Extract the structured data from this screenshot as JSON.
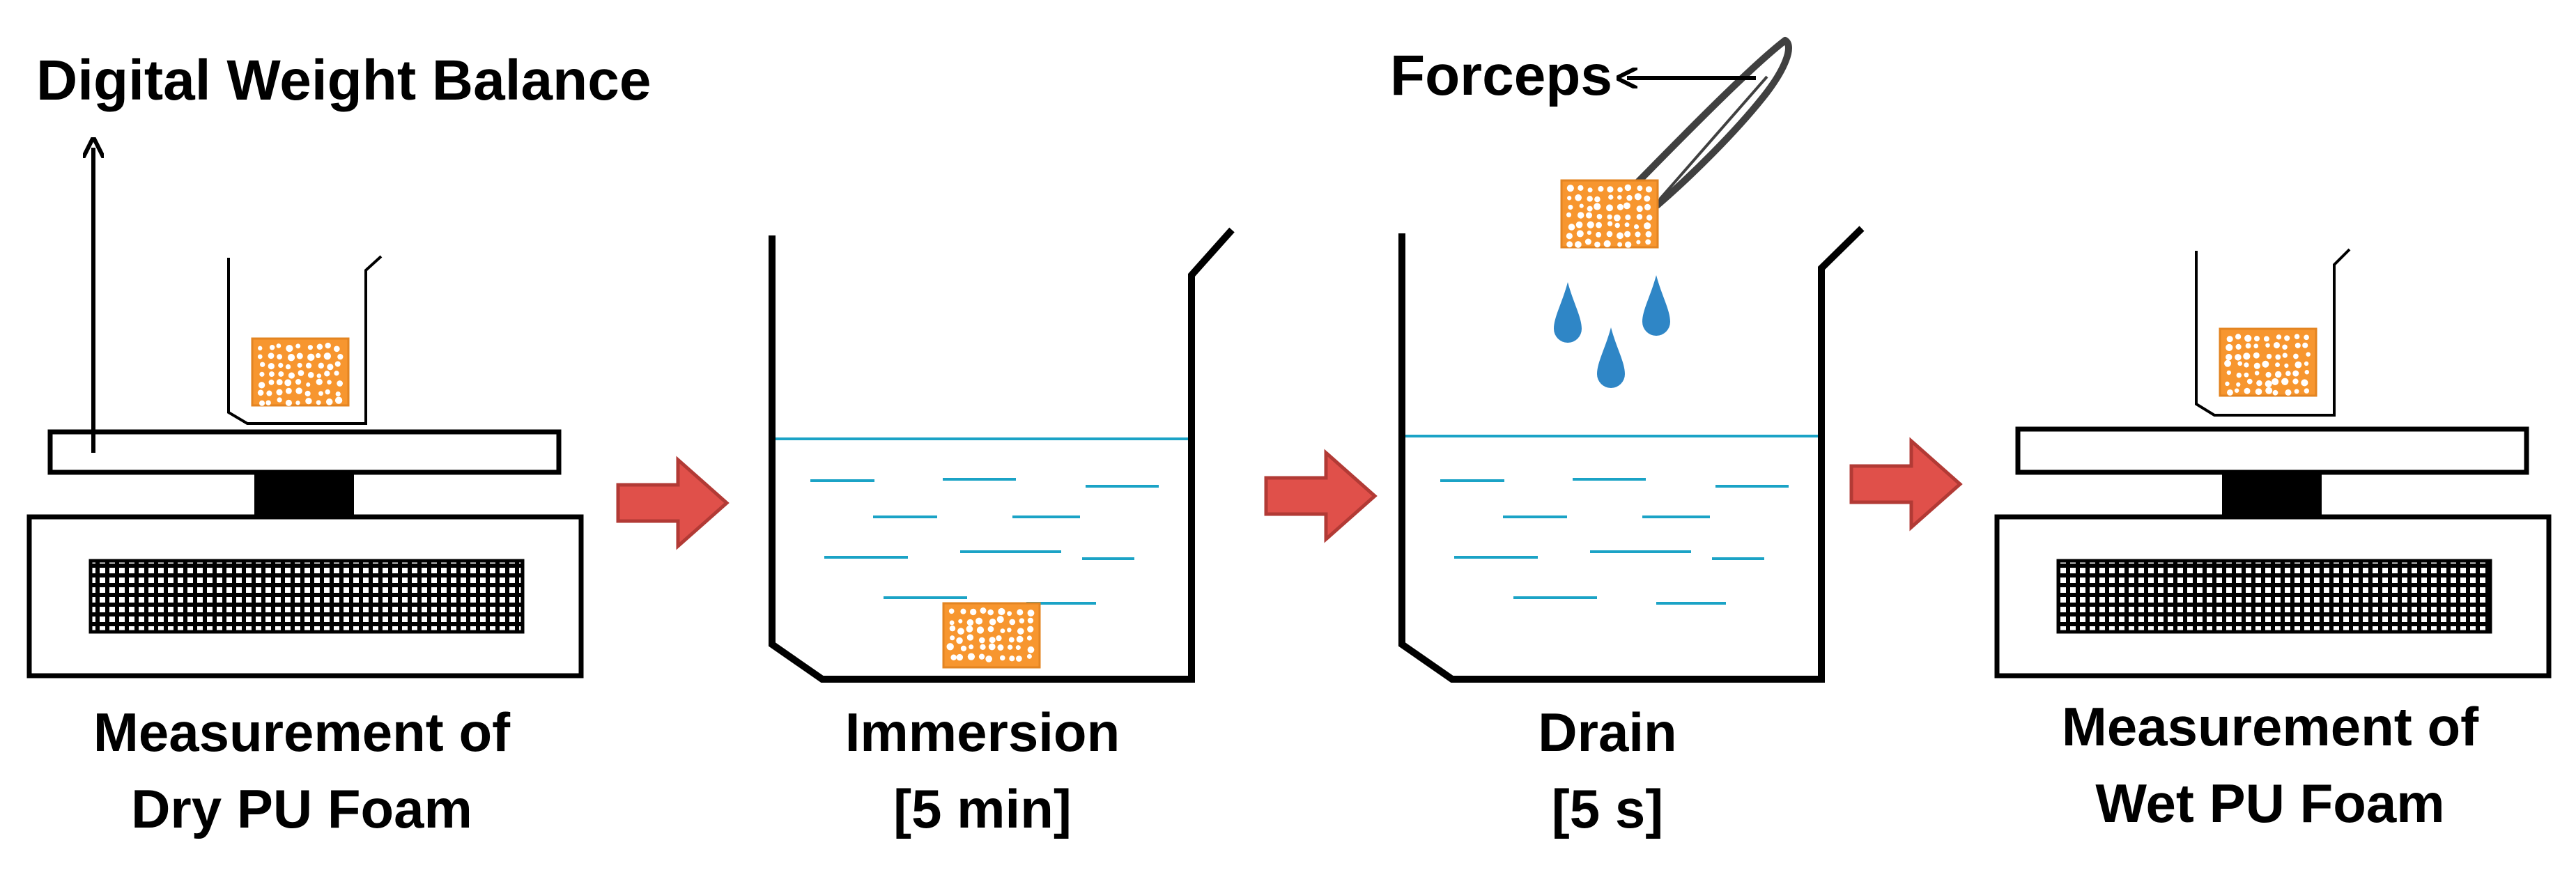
{
  "labels": {
    "balance": "Digital Weight Balance",
    "forceps": "Forceps"
  },
  "steps": [
    {
      "line1": "Measurement of",
      "line2": "Dry PU Foam"
    },
    {
      "line1": "Immersion",
      "line2": "[5 min]"
    },
    {
      "line1": "Drain",
      "line2": "[5 s]"
    },
    {
      "line1": "Measurement of",
      "line2": "Wet PU Foam"
    }
  ],
  "colors": {
    "foam": "#F7962F",
    "foam_pore": "#FFFFFF",
    "water_line": "#1BA3C6",
    "droplet": "#2F86C6",
    "process_arrow": "#E0504A",
    "process_arrow_edge": "#B23A35",
    "outline": "#000000",
    "forceps": "#404040"
  },
  "icons": {
    "balance": "digital-scale-icon",
    "beaker": "beaker-icon",
    "forceps": "forceps-icon",
    "droplet": "water-droplet-icon",
    "foam": "pu-foam-sample-icon",
    "flow": "right-arrow-icon"
  }
}
